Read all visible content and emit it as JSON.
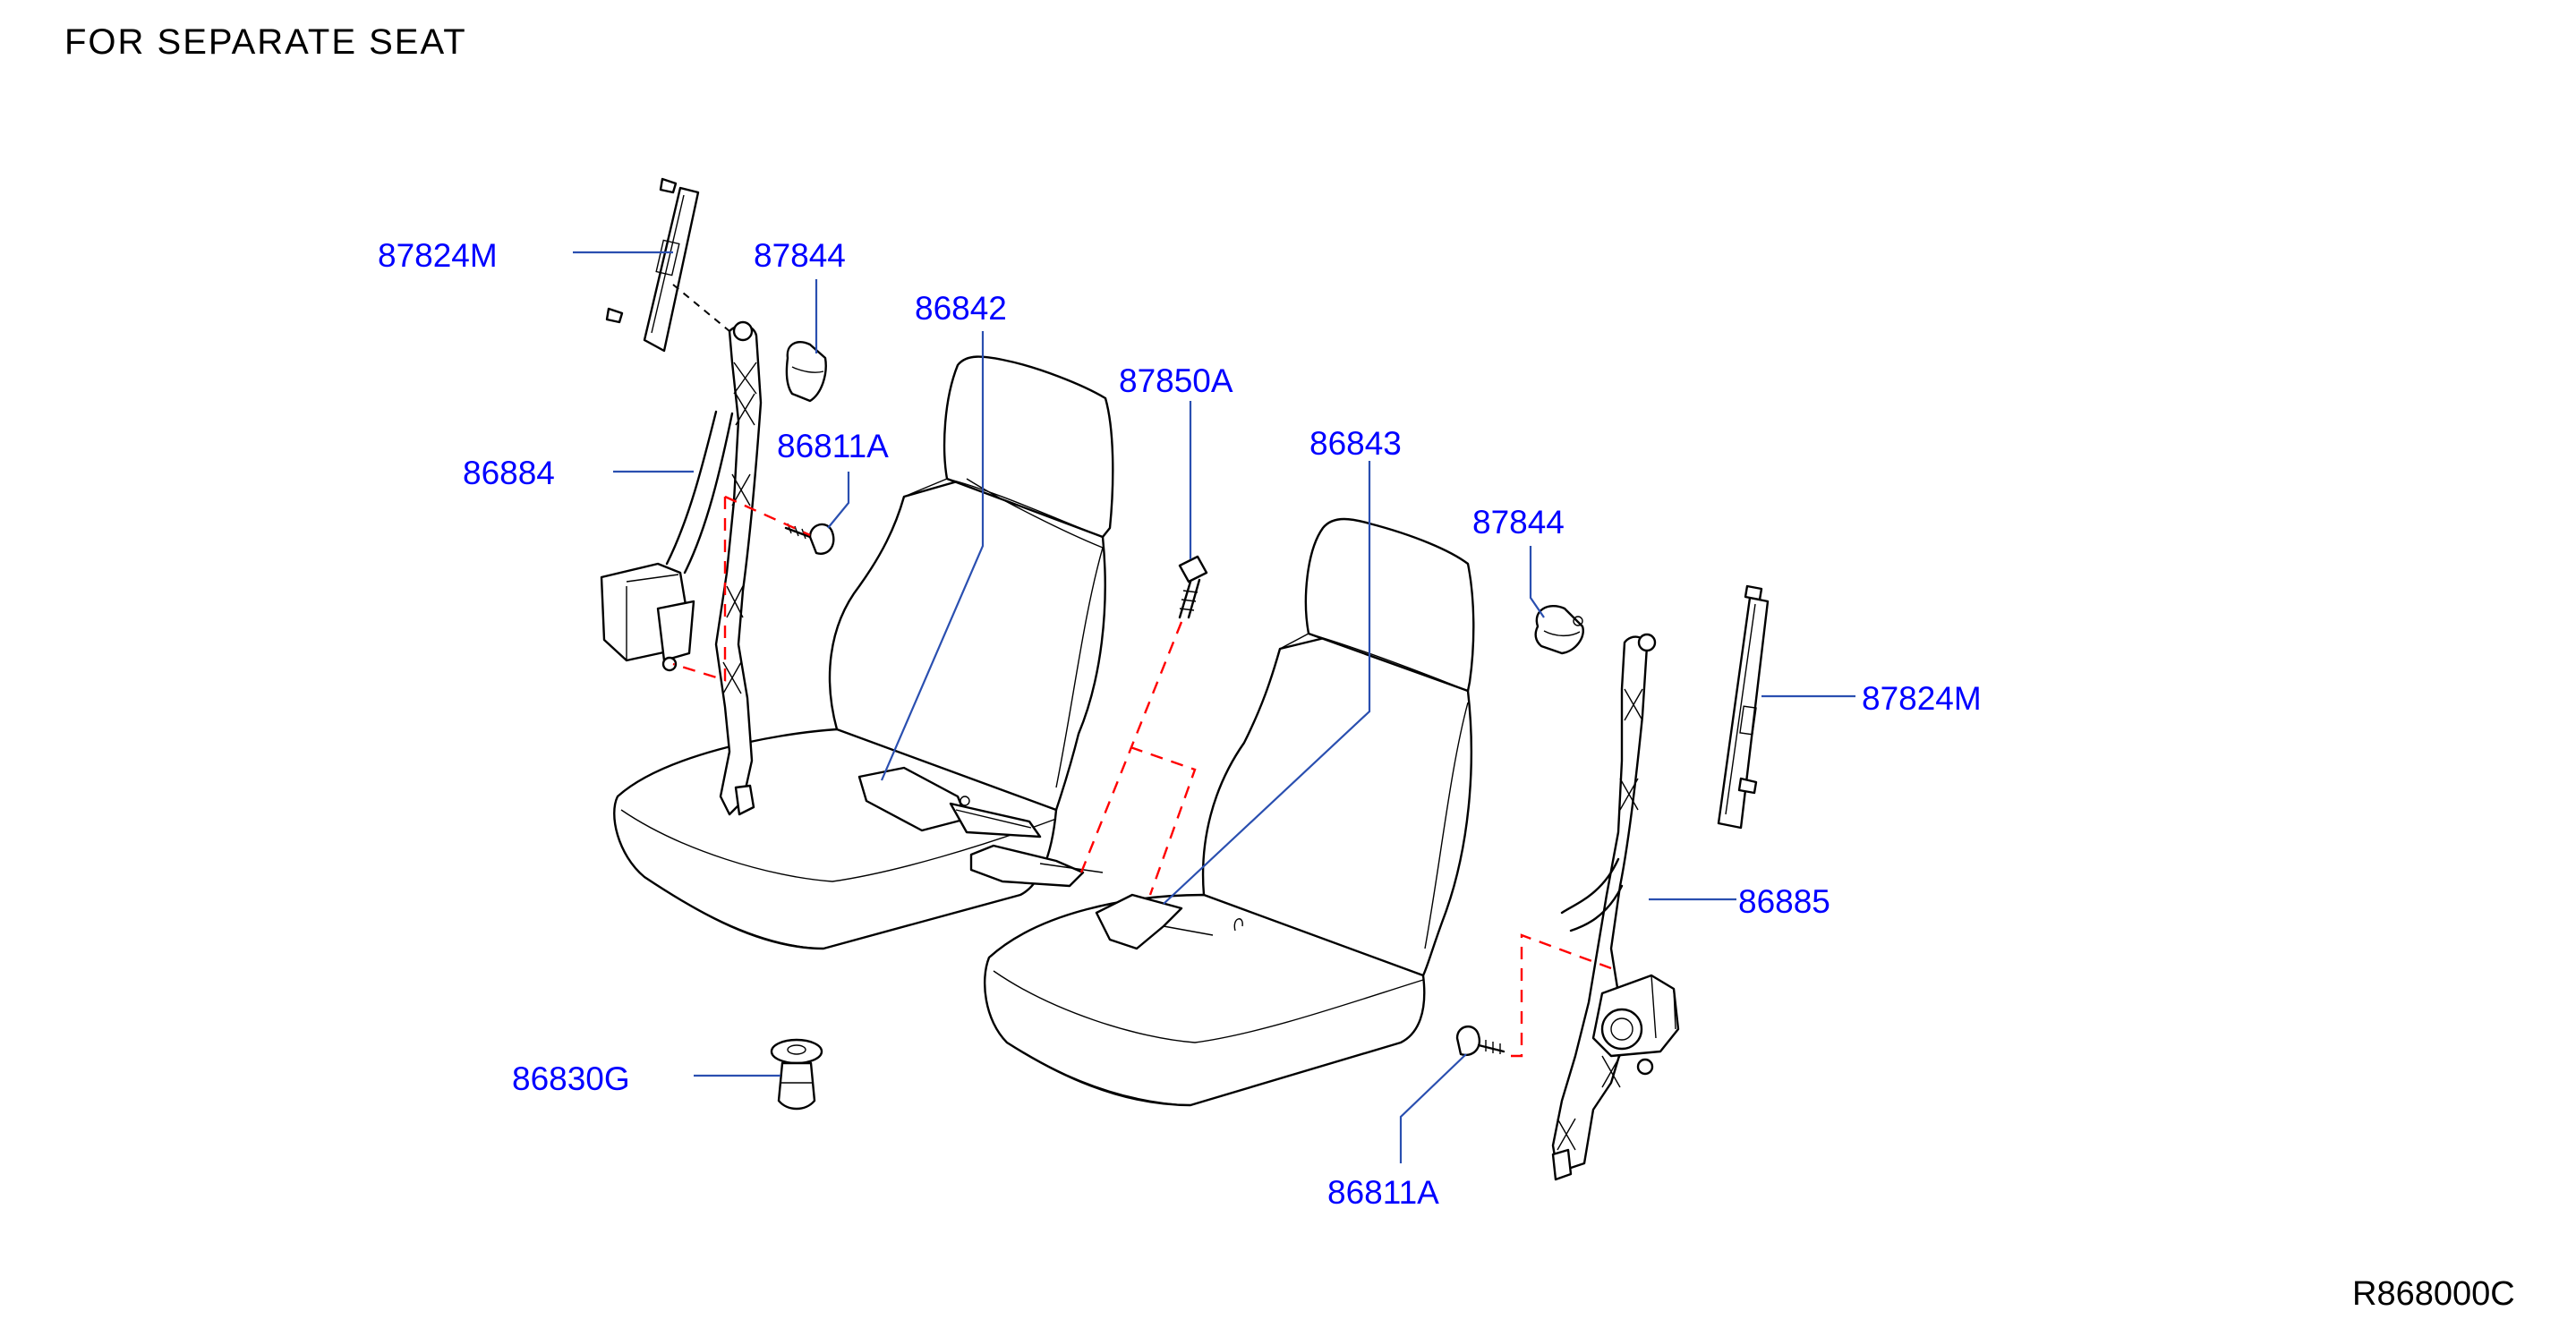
{
  "header": "FOR SEPARATE SEAT",
  "reference": "R868000C",
  "callouts": [
    {
      "id": "87824M"
    },
    {
      "id": "87844"
    },
    {
      "id": "86842"
    },
    {
      "id": "87850A"
    },
    {
      "id": "86843"
    },
    {
      "id": "86884"
    },
    {
      "id": "86811A"
    },
    {
      "id": "87844"
    },
    {
      "id": "87824M"
    },
    {
      "id": "86885"
    },
    {
      "id": "86830G"
    },
    {
      "id": "86811A"
    }
  ],
  "colors": {
    "label": "#0000ff",
    "leader": "#2a4fb0",
    "connector": "#ff0000",
    "line": "#000000"
  }
}
